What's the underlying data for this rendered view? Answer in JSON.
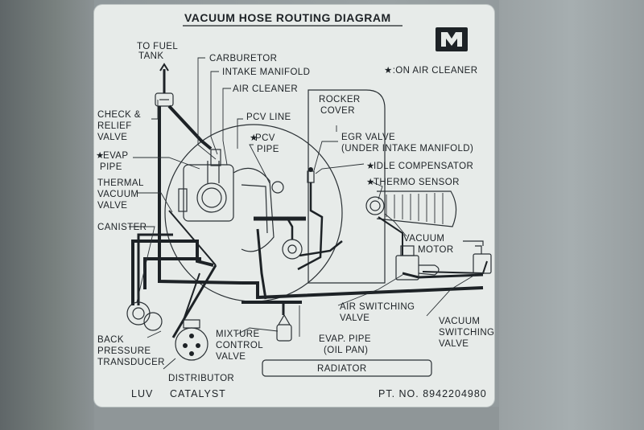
{
  "title": "VACUUM HOSE ROUTING DIAGRAM",
  "note": "★:ON AIR CLEANER",
  "labels": {
    "to_fuel_tank_1": "TO FUEL",
    "to_fuel_tank_2": "TANK",
    "carburetor": "CARBURETOR",
    "intake_manifold": "INTAKE MANIFOLD",
    "air_cleaner": "AIR CLEANER",
    "pcv_line": "PCV LINE",
    "pcv_pipe_1": "PCV",
    "pcv_pipe_2": "PIPE",
    "rocker_cover_1": "ROCKER",
    "rocker_cover_2": "COVER",
    "egr_valve_1": "EGR VALVE",
    "egr_valve_2": "(UNDER INTAKE MANIFOLD)",
    "idle_compensator": "IDLE COMPENSATOR",
    "thermo_sensor": "THERMO SENSOR",
    "check_relief_1": "CHECK &",
    "check_relief_2": "RELIEF",
    "check_relief_3": "VALVE",
    "evap_pipe_1": "EVAP",
    "evap_pipe_2": "PIPE",
    "thermal_vacuum_1": "THERMAL",
    "thermal_vacuum_2": "VACUUM",
    "thermal_vacuum_3": "VALVE",
    "canister": "CANISTER",
    "vacuum_motor_1": "VACUUM",
    "vacuum_motor_2": "MOTOR",
    "air_switching_1": "AIR SWITCHING",
    "air_switching_2": "VALVE",
    "vacuum_switching_1": "VACUUM",
    "vacuum_switching_2": "SWITCHING",
    "vacuum_switching_3": "VALVE",
    "back_pressure_1": "BACK",
    "back_pressure_2": "PRESSURE",
    "back_pressure_3": "TRANSDUCER",
    "mixture_control_1": "MIXTURE",
    "mixture_control_2": "CONTROL",
    "mixture_control_3": "VALVE",
    "evap_oil_pan_1": "EVAP. PIPE",
    "evap_oil_pan_2": "(OIL PAN)",
    "distributor": "DISTRIBUTOR",
    "radiator": "RADIATOR"
  },
  "footer": {
    "luv": "LUV",
    "catalyst": "CATALYST",
    "part_number": "PT. NO. 8942204980"
  },
  "colors": {
    "label_bg": "#e7ebe9",
    "ink": "#1d2226"
  },
  "icons": {
    "brand": "isuzu-logo-icon",
    "marker": "star-marker-icon"
  }
}
